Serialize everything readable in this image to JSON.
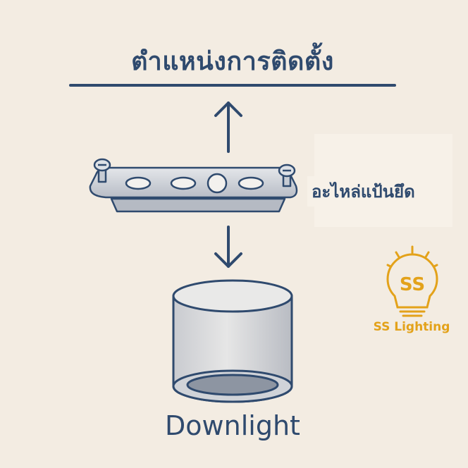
{
  "title": "ตำแหน่งการติดตั้ง",
  "part_label": "อะไหล่แป้นยึด",
  "product_label": "Downlight",
  "brand": {
    "monogram": "SS",
    "name": "SS Lighting",
    "color": "#e3a21a"
  },
  "colors": {
    "ink": "#2f4a6e",
    "background": "#f3ece2"
  },
  "icons": {
    "up_arrow": "arrow-up-icon",
    "down_arrow": "arrow-down-icon",
    "bracket": "mounting-bracket-icon",
    "downlight": "downlight-cylinder-icon",
    "logo": "lightbulb-logo-icon"
  }
}
